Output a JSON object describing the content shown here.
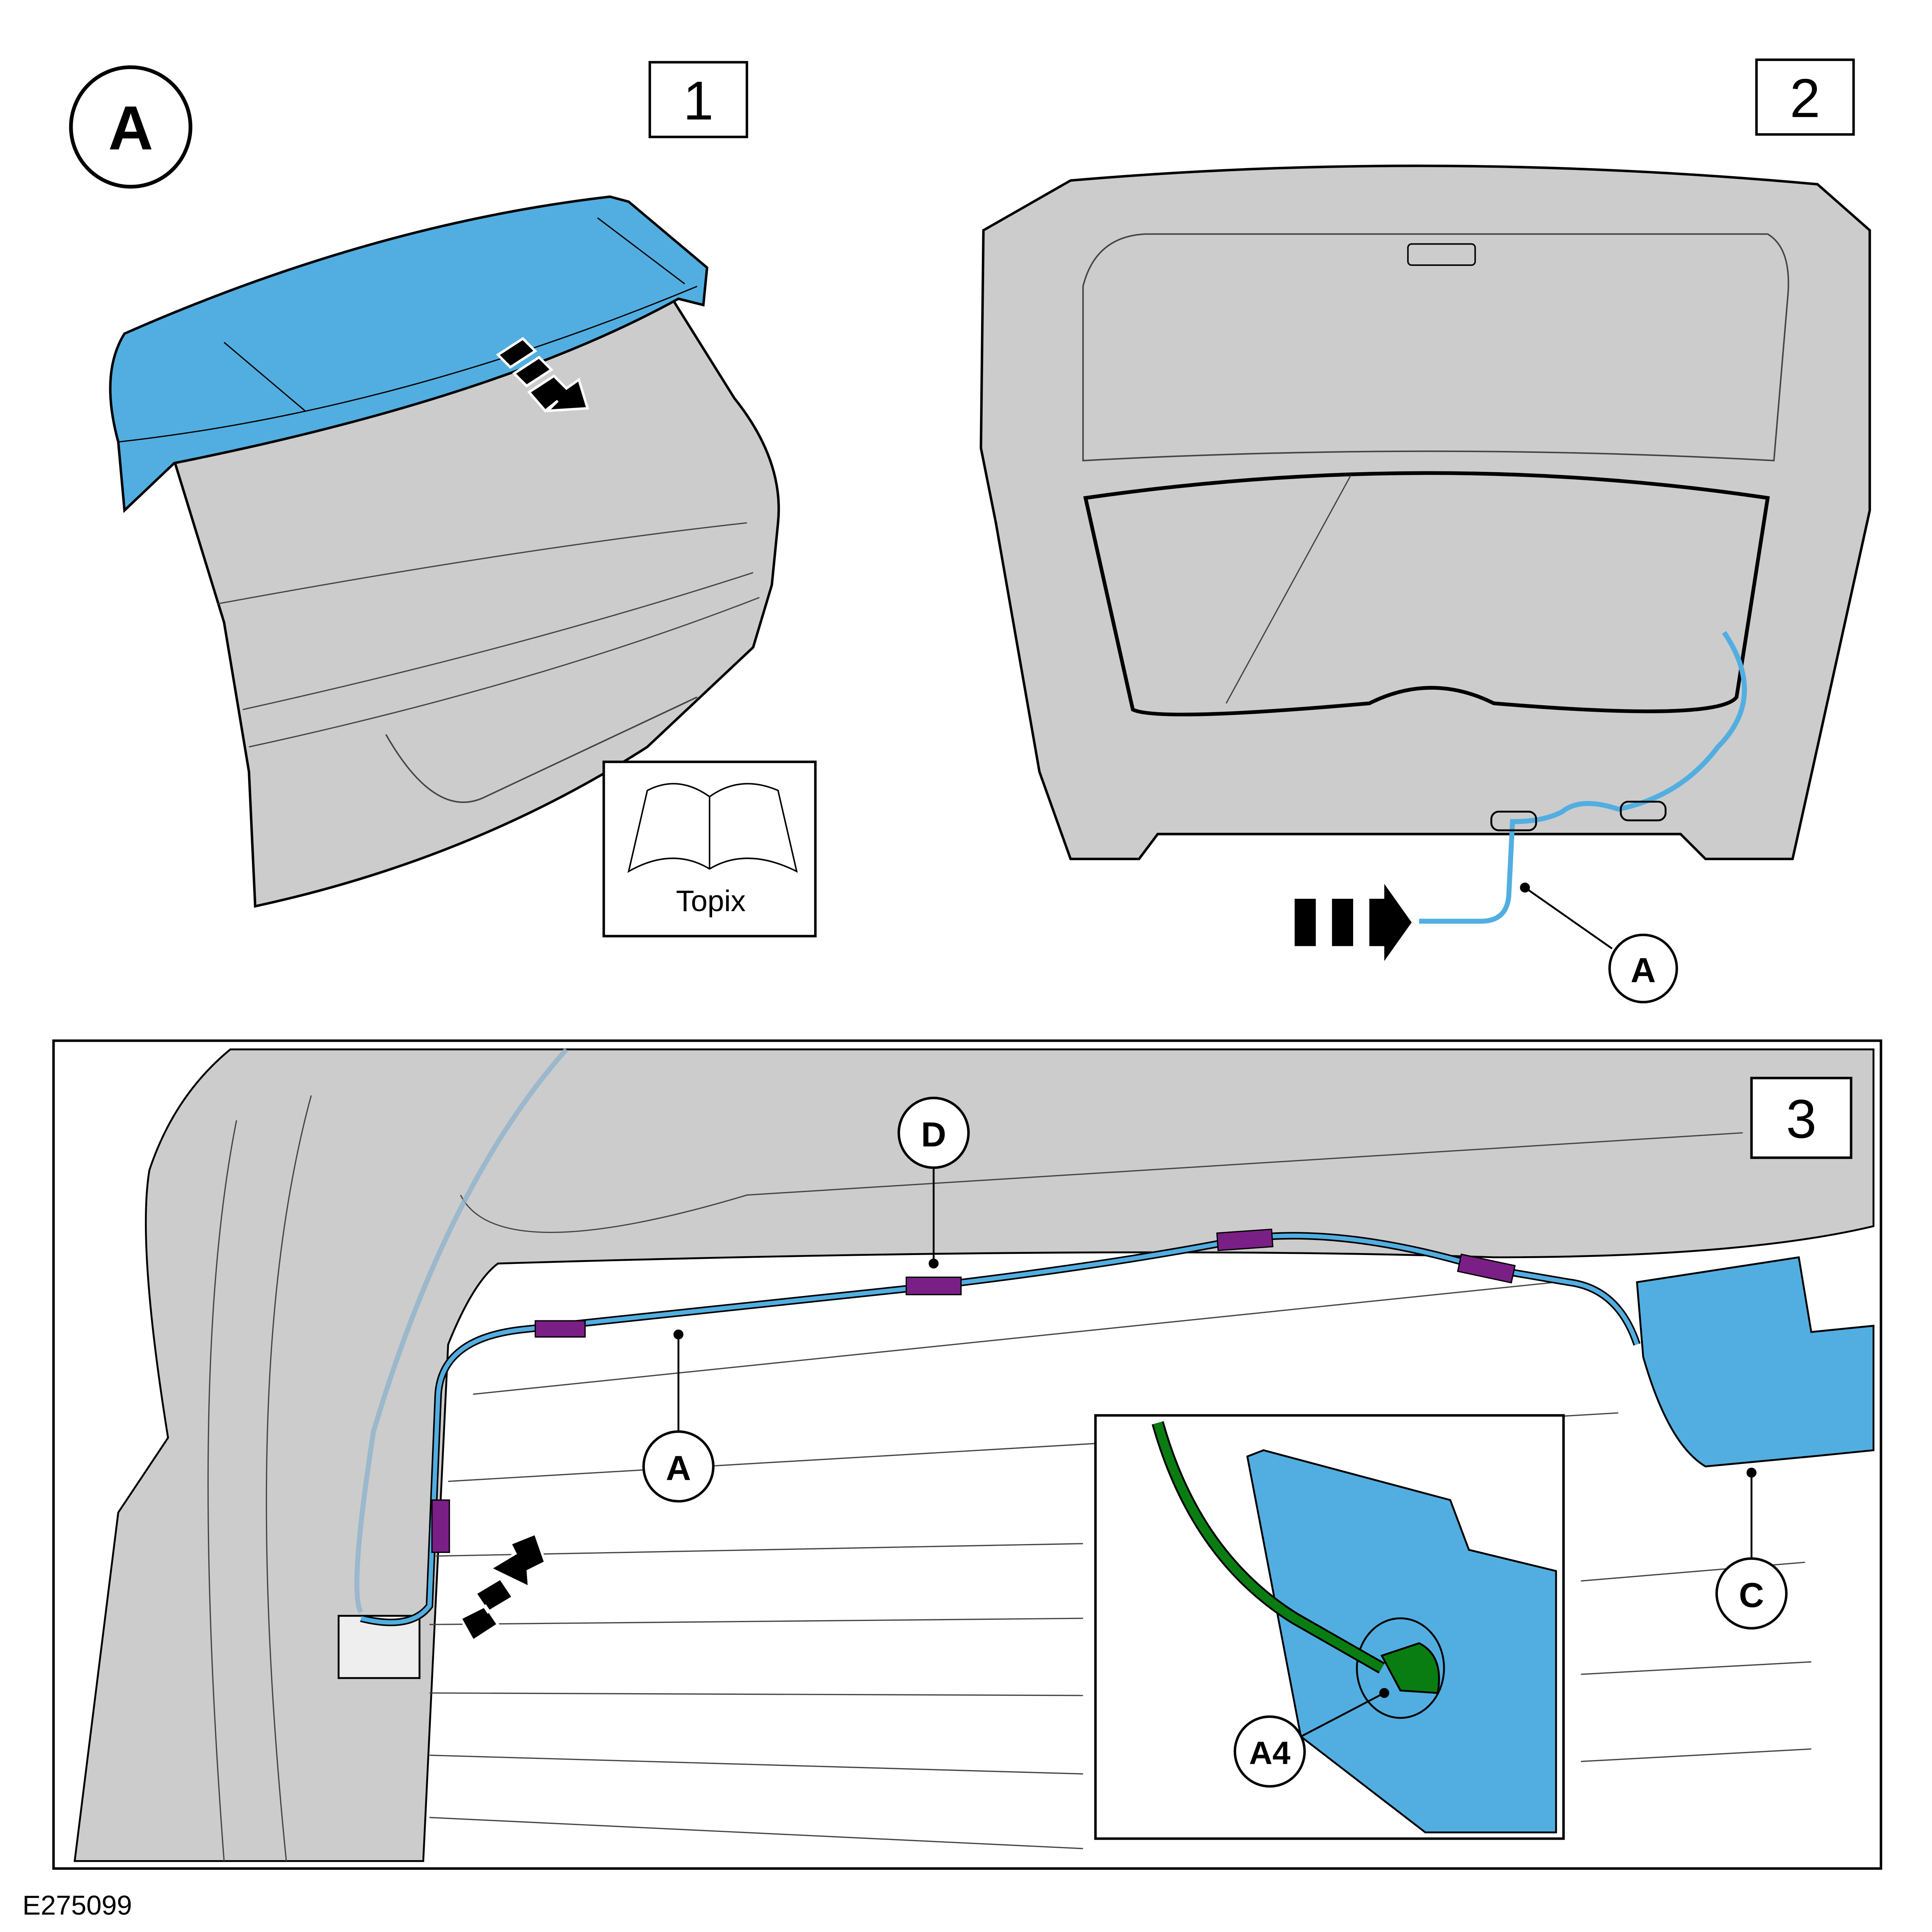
{
  "figure_id": "E275099",
  "main_label": "A",
  "panels": [
    {
      "number": "1",
      "reference_label": "Topix"
    },
    {
      "number": "2",
      "callouts": [
        "A"
      ]
    },
    {
      "number": "3",
      "callouts": [
        "D",
        "A",
        "C",
        "A4"
      ]
    }
  ],
  "colors": {
    "part_blue": "#52aee0",
    "body_grey": "#cccccc",
    "clip_purple": "#7a1f86",
    "cable_green": "#0a7d12",
    "line": "#000000"
  }
}
